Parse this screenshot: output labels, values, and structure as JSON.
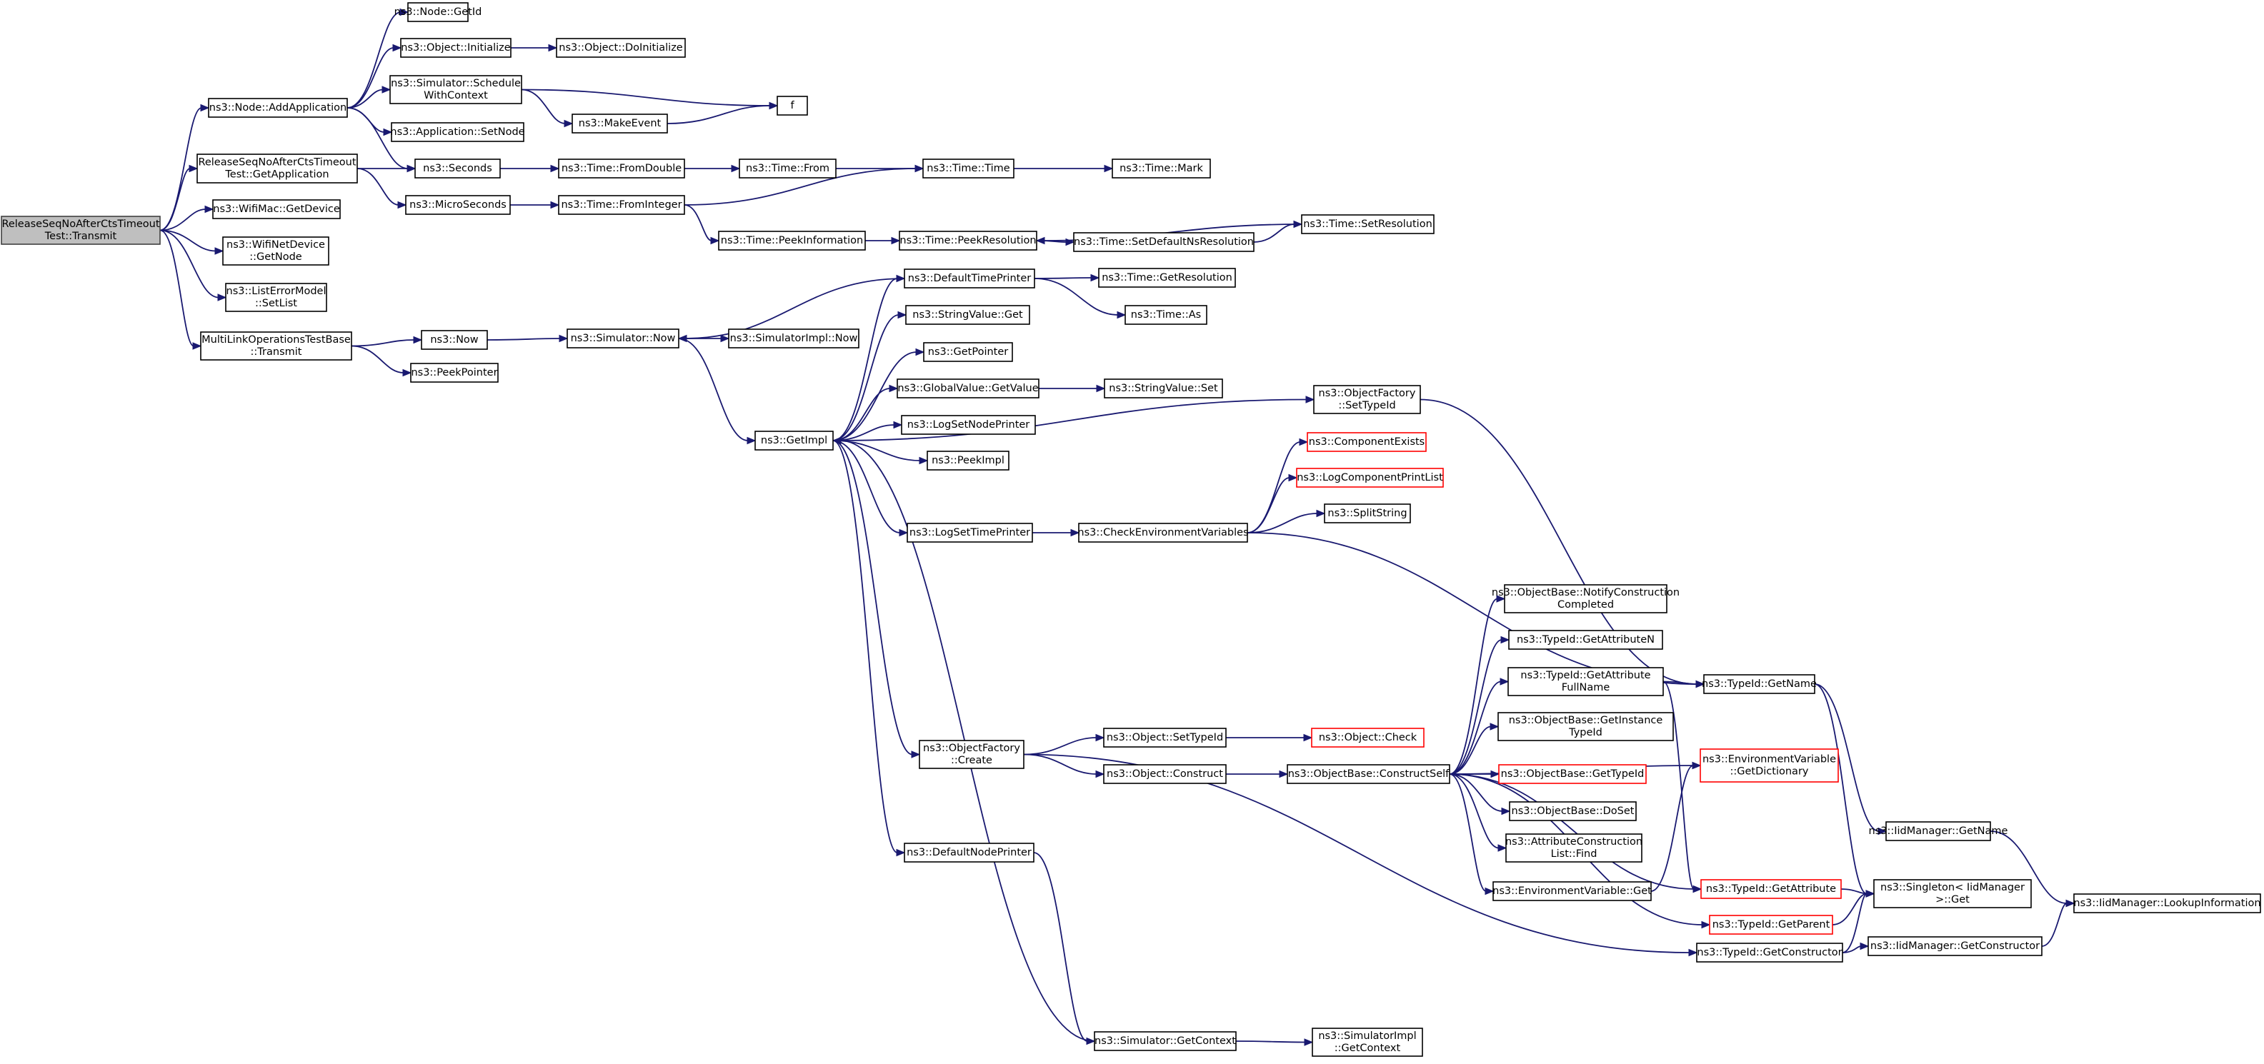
{
  "colors": {
    "edge": "#191970",
    "root_fill": "#bfbfbf",
    "highlight_border": "#ff0000"
  },
  "nodes": [
    {
      "id": "root",
      "lines": [
        "ReleaseSeqNoAfterCtsTimeout",
        "Test::Transmit"
      ],
      "style": "root"
    },
    {
      "id": "addapp",
      "lines": [
        "ns3::Node::AddApplication"
      ]
    },
    {
      "id": "getid",
      "lines": [
        "ns3::Node::GetId"
      ]
    },
    {
      "id": "objinit",
      "lines": [
        "ns3::Object::Initialize"
      ]
    },
    {
      "id": "doinit",
      "lines": [
        "ns3::Object::DoInitialize"
      ]
    },
    {
      "id": "schedctx",
      "lines": [
        "ns3::Simulator::Schedule",
        "WithContext"
      ]
    },
    {
      "id": "f",
      "lines": [
        "f"
      ]
    },
    {
      "id": "makeevent",
      "lines": [
        "ns3::MakeEvent"
      ]
    },
    {
      "id": "appsetnode",
      "lines": [
        "ns3::Application::SetNode"
      ]
    },
    {
      "id": "getapp",
      "lines": [
        "ReleaseSeqNoAfterCtsTimeout",
        "Test::GetApplication"
      ]
    },
    {
      "id": "seconds",
      "lines": [
        "ns3::Seconds"
      ]
    },
    {
      "id": "fromdouble",
      "lines": [
        "ns3::Time::FromDouble"
      ]
    },
    {
      "id": "timefrom",
      "lines": [
        "ns3::Time::From"
      ]
    },
    {
      "id": "timetime",
      "lines": [
        "ns3::Time::Time"
      ]
    },
    {
      "id": "timemark",
      "lines": [
        "ns3::Time::Mark"
      ]
    },
    {
      "id": "micro",
      "lines": [
        "ns3::MicroSeconds"
      ]
    },
    {
      "id": "fromint",
      "lines": [
        "ns3::Time::FromInteger"
      ]
    },
    {
      "id": "wifimac",
      "lines": [
        "ns3::WifiMac::GetDevice"
      ]
    },
    {
      "id": "wifinet",
      "lines": [
        "ns3::WifiNetDevice",
        "::GetNode"
      ]
    },
    {
      "id": "peekinfo",
      "lines": [
        "ns3::Time::PeekInformation"
      ]
    },
    {
      "id": "peekres",
      "lines": [
        "ns3::Time::PeekResolution"
      ]
    },
    {
      "id": "setdefns",
      "lines": [
        "ns3::Time::SetDefaultNsResolution"
      ]
    },
    {
      "id": "setres",
      "lines": [
        "ns3::Time::SetResolution"
      ]
    },
    {
      "id": "listerr",
      "lines": [
        "ns3::ListErrorModel",
        "::SetList"
      ]
    },
    {
      "id": "deftp",
      "lines": [
        "ns3::DefaultTimePrinter"
      ]
    },
    {
      "id": "getresol",
      "lines": [
        "ns3::Time::GetResolution"
      ]
    },
    {
      "id": "timeas",
      "lines": [
        "ns3::Time::As"
      ]
    },
    {
      "id": "strvalget",
      "lines": [
        "ns3::StringValue::Get"
      ]
    },
    {
      "id": "mlotransmit",
      "lines": [
        "MultiLinkOperationsTestBase",
        "::Transmit"
      ]
    },
    {
      "id": "now",
      "lines": [
        "ns3::Now"
      ]
    },
    {
      "id": "simnow",
      "lines": [
        "ns3::Simulator::Now"
      ]
    },
    {
      "id": "simimplnow",
      "lines": [
        "ns3::SimulatorImpl::Now"
      ]
    },
    {
      "id": "getpointer",
      "lines": [
        "ns3::GetPointer"
      ]
    },
    {
      "id": "peekpointer",
      "lines": [
        "ns3::PeekPointer"
      ]
    },
    {
      "id": "gvgetvalue",
      "lines": [
        "ns3::GlobalValue::GetValue"
      ]
    },
    {
      "id": "strvalset",
      "lines": [
        "ns3::StringValue::Set"
      ]
    },
    {
      "id": "ofsettypeid",
      "lines": [
        "ns3::ObjectFactory",
        "::SetTypeId"
      ]
    },
    {
      "id": "logsetnp",
      "lines": [
        "ns3::LogSetNodePrinter"
      ]
    },
    {
      "id": "getimpl",
      "lines": [
        "ns3::GetImpl"
      ]
    },
    {
      "id": "compexists",
      "lines": [
        "ns3::ComponentExists"
      ],
      "style": "red"
    },
    {
      "id": "peekimpl",
      "lines": [
        "ns3::PeekImpl"
      ]
    },
    {
      "id": "logcpl",
      "lines": [
        "ns3::LogComponentPrintList"
      ],
      "style": "red"
    },
    {
      "id": "splitstr",
      "lines": [
        "ns3::SplitString"
      ]
    },
    {
      "id": "logsettp",
      "lines": [
        "ns3::LogSetTimePrinter"
      ]
    },
    {
      "id": "checkenv",
      "lines": [
        "ns3::CheckEnvironmentVariables"
      ]
    },
    {
      "id": "notifycc",
      "lines": [
        "ns3::ObjectBase::NotifyConstruction",
        "Completed"
      ]
    },
    {
      "id": "getattrn",
      "lines": [
        "ns3::TypeId::GetAttributeN"
      ]
    },
    {
      "id": "getattrfn",
      "lines": [
        "ns3::TypeId::GetAttribute",
        "FullName"
      ]
    },
    {
      "id": "tidgetname",
      "lines": [
        "ns3::TypeId::GetName"
      ]
    },
    {
      "id": "getinsttid",
      "lines": [
        "ns3::ObjectBase::GetInstance",
        "TypeId"
      ]
    },
    {
      "id": "ofcreate",
      "lines": [
        "ns3::ObjectFactory",
        "::Create"
      ]
    },
    {
      "id": "objsettypeid",
      "lines": [
        "ns3::Object::SetTypeId"
      ]
    },
    {
      "id": "objcheck",
      "lines": [
        "ns3::Object::Check"
      ],
      "style": "red"
    },
    {
      "id": "envgetdict",
      "lines": [
        "ns3::EnvironmentVariable",
        "::GetDictionary"
      ],
      "style": "red"
    },
    {
      "id": "objconstruct",
      "lines": [
        "ns3::Object::Construct"
      ]
    },
    {
      "id": "constructself",
      "lines": [
        "ns3::ObjectBase::ConstructSelf"
      ]
    },
    {
      "id": "obgettypeid",
      "lines": [
        "ns3::ObjectBase::GetTypeId"
      ],
      "style": "red"
    },
    {
      "id": "iidgetname",
      "lines": [
        "ns3::IidManager::GetName"
      ]
    },
    {
      "id": "doset",
      "lines": [
        "ns3::ObjectBase::DoSet"
      ]
    },
    {
      "id": "acfind",
      "lines": [
        "ns3::AttributeConstruction",
        "List::Find"
      ]
    },
    {
      "id": "defnp",
      "lines": [
        "ns3::DefaultNodePrinter"
      ]
    },
    {
      "id": "envget",
      "lines": [
        "ns3::EnvironmentVariable::Get"
      ]
    },
    {
      "id": "tidgetattr",
      "lines": [
        "ns3::TypeId::GetAttribute"
      ],
      "style": "red"
    },
    {
      "id": "singleton",
      "lines": [
        "ns3::Singleton< IidManager",
        ">::Get"
      ]
    },
    {
      "id": "lookupinfo",
      "lines": [
        "ns3::IidManager::LookupInformation"
      ]
    },
    {
      "id": "tidgetparent",
      "lines": [
        "ns3::TypeId::GetParent"
      ],
      "style": "red"
    },
    {
      "id": "iidgetctor",
      "lines": [
        "ns3::IidManager::GetConstructor"
      ]
    },
    {
      "id": "tidgetctor",
      "lines": [
        "ns3::TypeId::GetConstructor"
      ]
    },
    {
      "id": "simgetctx",
      "lines": [
        "ns3::Simulator::GetContext"
      ]
    },
    {
      "id": "simimplgetctx",
      "lines": [
        "ns3::SimulatorImpl",
        "::GetContext"
      ]
    }
  ],
  "edges": [
    [
      "root",
      "addapp"
    ],
    [
      "root",
      "getapp"
    ],
    [
      "root",
      "wifimac"
    ],
    [
      "root",
      "wifinet"
    ],
    [
      "root",
      "listerr"
    ],
    [
      "root",
      "mlotransmit"
    ],
    [
      "addapp",
      "getid"
    ],
    [
      "addapp",
      "objinit"
    ],
    [
      "addapp",
      "schedctx"
    ],
    [
      "addapp",
      "appsetnode"
    ],
    [
      "addapp",
      "seconds"
    ],
    [
      "objinit",
      "doinit"
    ],
    [
      "schedctx",
      "f"
    ],
    [
      "schedctx",
      "makeevent"
    ],
    [
      "makeevent",
      "f"
    ],
    [
      "getapp",
      "seconds"
    ],
    [
      "getapp",
      "micro"
    ],
    [
      "seconds",
      "fromdouble"
    ],
    [
      "fromdouble",
      "timefrom"
    ],
    [
      "timefrom",
      "timetime"
    ],
    [
      "timetime",
      "timemark"
    ],
    [
      "micro",
      "fromint"
    ],
    [
      "fromint",
      "timetime"
    ],
    [
      "fromint",
      "peekinfo"
    ],
    [
      "peekinfo",
      "peekres"
    ],
    [
      "peekres",
      "setdefns"
    ],
    [
      "setdefns",
      "setres"
    ],
    [
      "setres",
      "peekres"
    ],
    [
      "mlotransmit",
      "now"
    ],
    [
      "mlotransmit",
      "peekpointer"
    ],
    [
      "now",
      "simnow"
    ],
    [
      "simnow",
      "simimplnow"
    ],
    [
      "simnow",
      "getimpl"
    ],
    [
      "getimpl",
      "deftp"
    ],
    [
      "getimpl",
      "strvalget"
    ],
    [
      "getimpl",
      "getpointer"
    ],
    [
      "getimpl",
      "gvgetvalue"
    ],
    [
      "getimpl",
      "logsetnp"
    ],
    [
      "getimpl",
      "peekimpl"
    ],
    [
      "getimpl",
      "ofsettypeid"
    ],
    [
      "getimpl",
      "logsettp"
    ],
    [
      "getimpl",
      "ofcreate"
    ],
    [
      "getimpl",
      "defnp"
    ],
    [
      "deftp",
      "getresol"
    ],
    [
      "deftp",
      "timeas"
    ],
    [
      "deftp",
      "simnow"
    ],
    [
      "gvgetvalue",
      "strvalset"
    ],
    [
      "logsettp",
      "checkenv"
    ],
    [
      "checkenv",
      "compexists"
    ],
    [
      "checkenv",
      "logcpl"
    ],
    [
      "checkenv",
      "splitstr"
    ],
    [
      "checkenv",
      "tidgetname"
    ],
    [
      "ofsettypeid",
      "tidgetname"
    ],
    [
      "ofcreate",
      "objsettypeid"
    ],
    [
      "ofcreate",
      "objconstruct"
    ],
    [
      "ofcreate",
      "tidgetctor"
    ],
    [
      "objsettypeid",
      "objcheck"
    ],
    [
      "objconstruct",
      "constructself"
    ],
    [
      "constructself",
      "notifycc"
    ],
    [
      "constructself",
      "getattrn"
    ],
    [
      "constructself",
      "getattrfn"
    ],
    [
      "constructself",
      "getinsttid"
    ],
    [
      "constructself",
      "obgettypeid"
    ],
    [
      "constructself",
      "doset"
    ],
    [
      "constructself",
      "acfind"
    ],
    [
      "constructself",
      "envget"
    ],
    [
      "constructself",
      "tidgetattr"
    ],
    [
      "constructself",
      "tidgetparent"
    ],
    [
      "constructself",
      "envgetdict"
    ],
    [
      "getattrfn",
      "tidgetname"
    ],
    [
      "getattrfn",
      "tidgetattr"
    ],
    [
      "tidgetname",
      "iidgetname"
    ],
    [
      "tidgetname",
      "singleton"
    ],
    [
      "iidgetname",
      "lookupinfo"
    ],
    [
      "envget",
      "envgetdict"
    ],
    [
      "tidgetattr",
      "singleton"
    ],
    [
      "tidgetparent",
      "singleton"
    ],
    [
      "tidgetctor",
      "iidgetctor"
    ],
    [
      "tidgetctor",
      "singleton"
    ],
    [
      "iidgetctor",
      "lookupinfo"
    ],
    [
      "defnp",
      "simgetctx"
    ],
    [
      "simgetctx",
      "simimplgetctx"
    ],
    [
      "simgetctx",
      "getimpl"
    ]
  ]
}
